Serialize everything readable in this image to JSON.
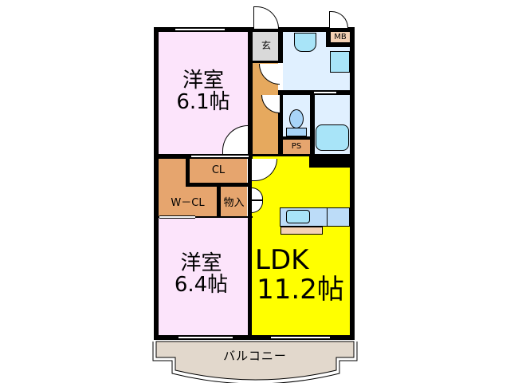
{
  "floorplan": {
    "rooms": {
      "western_room_1": {
        "name": "洋室",
        "size": "6.1帖",
        "color": "#fce4fb"
      },
      "western_room_2": {
        "name": "洋室",
        "size": "6.4帖",
        "color": "#fce4fb"
      },
      "ldk": {
        "name": "LDK",
        "size": "11.2帖",
        "color": "#ffff00"
      },
      "entrance": {
        "label": "玄",
        "color": "#d9d9d9"
      },
      "hallway": {
        "color": "#e6a95e"
      },
      "closet": {
        "label": "CL",
        "color": "#e6a56e"
      },
      "walk_in_closet": {
        "label": "W－CL",
        "color": "#e6a56e"
      },
      "storage": {
        "label": "物入",
        "color": "#e6a56e"
      },
      "meter_box": {
        "label": "MB",
        "color": "#f4d1b4"
      },
      "pipe_space": {
        "label": "PS",
        "color": "#e6a56e"
      },
      "washroom": {
        "color": "#e0f0ff"
      },
      "toilet": {
        "color": "#e0f0ff"
      },
      "bathroom": {
        "color": "#e0f0ff"
      },
      "balcony": {
        "label": "バルコニー",
        "color": "#e2d8cc"
      }
    },
    "fixtures": {
      "sink_color": "#a8e4f8",
      "kitchen_counter_color": "#bcdcf8",
      "kitchen_shelf_color": "#f4d1b4"
    },
    "wall_color": "#000000"
  }
}
